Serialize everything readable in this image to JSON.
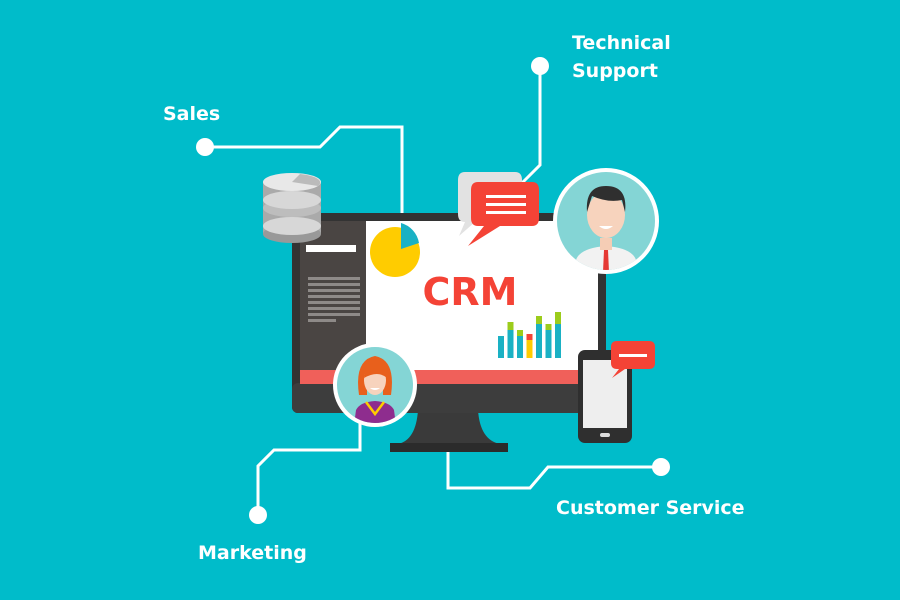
{
  "labels": {
    "sales": "Sales",
    "technical_support_line1": "Technical",
    "technical_support_line2": "Support",
    "marketing": "Marketing",
    "customer_service": "Customer Service"
  },
  "screen": {
    "title": "CRM"
  },
  "colors": {
    "background": "#00bcca",
    "accent_red": "#f44336",
    "monitor_dark": "#333333",
    "pie_yellow": "#ffcc00",
    "bar_teal": "#1ab1c4",
    "bar_green": "#9ccc1c"
  },
  "screen_bars": [
    {
      "teal": 0.55,
      "green": 0
    },
    {
      "teal": 0.7,
      "green": 0.2
    },
    {
      "teal": 0.55,
      "green": 0.15
    },
    {
      "teal": 0.0,
      "green": 0,
      "yellow": 0.45,
      "red": 0.15
    },
    {
      "teal": 0.85,
      "green": 0.2
    },
    {
      "teal": 0.7,
      "green": 0.15
    },
    {
      "teal": 0.85,
      "green": 0.3
    }
  ]
}
